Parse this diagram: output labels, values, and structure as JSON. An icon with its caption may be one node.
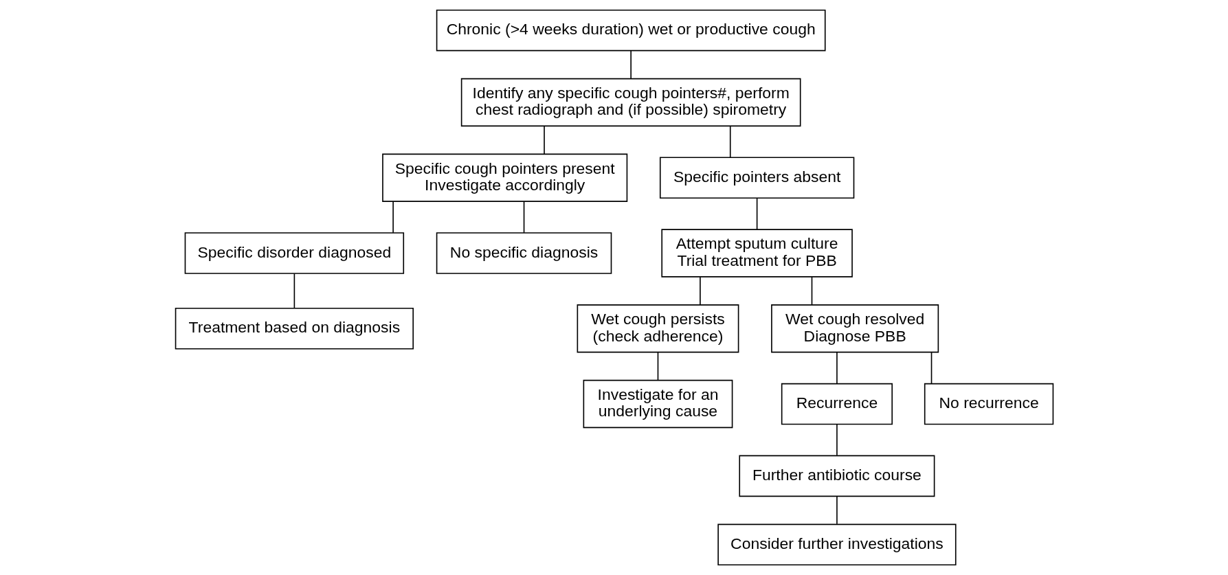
{
  "diagram": {
    "nodes": [
      {
        "text": [
          "Chronic (>4 weeks duration) wet or productive cough"
        ]
      },
      {
        "text": [
          "Identify any specific cough pointers#, perform chest radiograph and (if possible) spirometry"
        ]
      },
      {
        "text": [
          "Specific cough pointers present",
          "Investigate accordingly"
        ]
      },
      {
        "text": [
          "Specific pointers absent"
        ]
      },
      {
        "text": [
          "Specific disorder diagnosed"
        ]
      },
      {
        "text": [
          "No specific diagnosis"
        ]
      },
      {
        "text": [
          "Treatment based on diagnosis"
        ]
      },
      {
        "text": [
          "Attempt sputum culture",
          "Trial treatment for PBB"
        ]
      },
      {
        "text": [
          "Wet cough persists (check adherence)"
        ]
      },
      {
        "text": [
          "Wet cough resolved",
          "Diagnose PBB"
        ]
      },
      {
        "text": [
          "Investigate for an underlying cause"
        ]
      },
      {
        "text": [
          "Recurrence"
        ]
      },
      {
        "text": [
          "No recurrence"
        ]
      },
      {
        "text": [
          "Further antibiotic course"
        ]
      },
      {
        "text": [
          "Consider further investigations"
        ]
      }
    ],
    "edges": [
      {
        "from": 0,
        "to": 1,
        "arrow": "none"
      },
      {
        "from": 1,
        "to": 2,
        "arrow": "none"
      },
      {
        "from": 1,
        "to": 3,
        "arrow": "none"
      },
      {
        "from": 2,
        "to": 4,
        "arrow": "none"
      },
      {
        "from": 2,
        "to": 5,
        "arrow": "none"
      },
      {
        "from": 4,
        "to": 6,
        "arrow": "none"
      },
      {
        "from": 3,
        "to": 7,
        "arrow": "none"
      },
      {
        "from": 7,
        "to": 8,
        "arrow": "none"
      },
      {
        "from": 7,
        "to": 9,
        "arrow": "none"
      },
      {
        "from": 8,
        "to": 10,
        "arrow": "none"
      },
      {
        "from": 9,
        "to": 11,
        "arrow": "none"
      },
      {
        "from": 9,
        "to": 12,
        "arrow": "none"
      },
      {
        "from": 11,
        "to": 13,
        "arrow": "none"
      },
      {
        "from": 13,
        "to": 14,
        "arrow": "none"
      }
    ]
  }
}
